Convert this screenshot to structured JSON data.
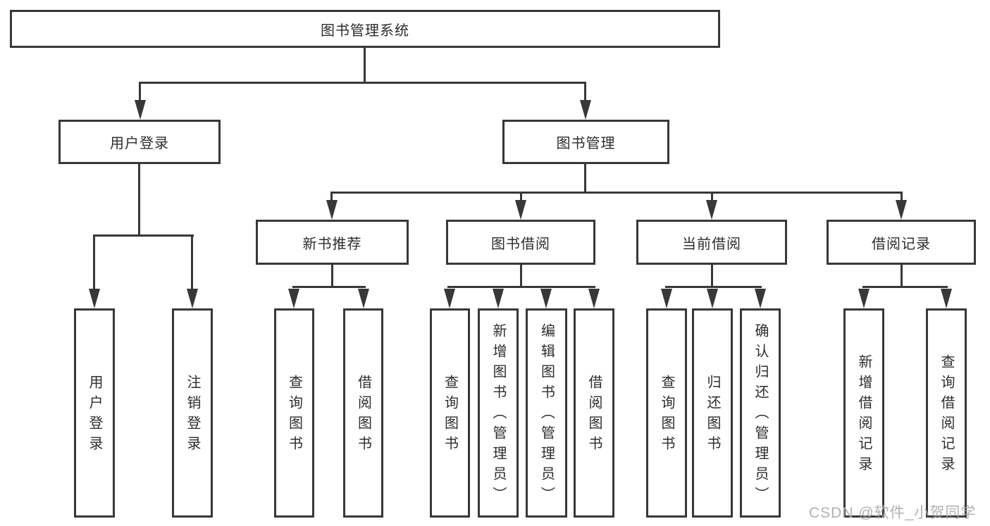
{
  "diagram_type": "hierarchy-tree",
  "colors": {
    "line": "#383838",
    "box_border": "#383838",
    "text": "#2d2d2d",
    "background": "#ffffff",
    "watermark": "#a8a8a8"
  },
  "tree": {
    "label": "图书管理系统",
    "children": [
      {
        "label": "用户登录",
        "children": [
          {
            "label": "用户登录"
          },
          {
            "label": "注销登录"
          }
        ]
      },
      {
        "label": "图书管理",
        "children": [
          {
            "label": "新书推荐",
            "children": [
              {
                "label": "查询图书"
              },
              {
                "label": "借阅图书"
              }
            ]
          },
          {
            "label": "图书借阅",
            "children": [
              {
                "label": "查询图书"
              },
              {
                "label": "新增图书（管理员）"
              },
              {
                "label": "编辑图书（管理员）"
              },
              {
                "label": "借阅图书"
              }
            ]
          },
          {
            "label": "当前借阅",
            "children": [
              {
                "label": "查询图书"
              },
              {
                "label": "归还图书"
              },
              {
                "label": "确认归还（管理员）"
              }
            ]
          },
          {
            "label": "借阅记录",
            "children": [
              {
                "label": "新增借阅记录"
              },
              {
                "label": "查询借阅记录"
              }
            ]
          }
        ]
      }
    ]
  },
  "watermark": {
    "text": "CSDN @软件_小贺同学"
  }
}
